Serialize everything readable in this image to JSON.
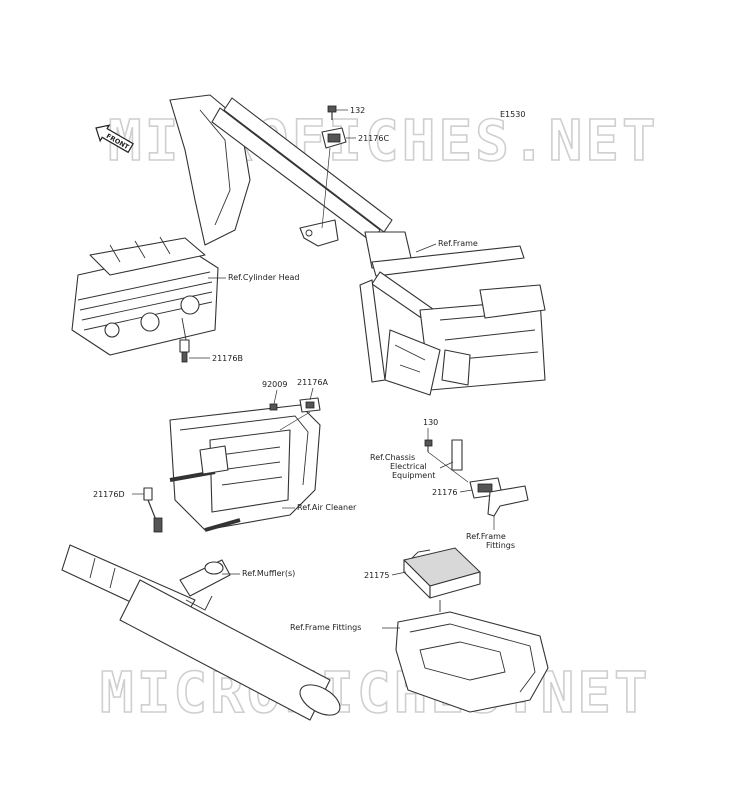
{
  "diagram": {
    "code": "E1530",
    "front_arrow": "FRONT",
    "watermark": "MICROFICHES.NET",
    "part_numbers": {
      "bolt_top": "132",
      "sensor_c": "21176C",
      "sensor_b": "21176B",
      "screw_92009": "92009",
      "sensor_a": "21176A",
      "bolt_130": "130",
      "sensor_21176": "21176",
      "sensor_d": "21176D",
      "ecu": "21175"
    },
    "references": {
      "frame": "Ref.Frame",
      "cylinder_head": "Ref.Cylinder Head",
      "chassis_line1": "Ref.Chassis",
      "chassis_line2": "Electrical",
      "chassis_line3": "Equipment",
      "air_cleaner": "Ref.Air Cleaner",
      "frame_fittings_line1": "Ref.Frame",
      "frame_fittings_line2": "Fittings",
      "mufflers": "Ref.Muffler(s)",
      "frame_fittings_lower": "Ref.Frame Fittings"
    }
  }
}
